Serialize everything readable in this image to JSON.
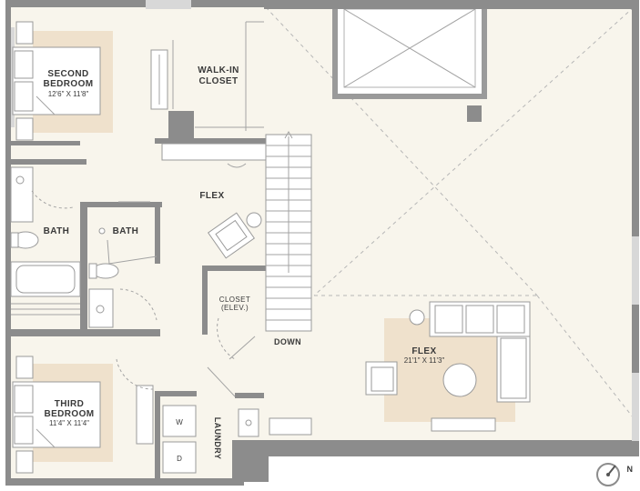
{
  "rooms": {
    "second_bedroom": {
      "name_line1": "SECOND",
      "name_line2": "BEDROOM",
      "dims": "12'6\" X 11'8\""
    },
    "walk_in_closet": {
      "name_line1": "WALK-IN",
      "name_line2": "CLOSET"
    },
    "flex_upper": {
      "name": "FLEX"
    },
    "bath_left": {
      "name": "BATH"
    },
    "bath_right": {
      "name": "BATH"
    },
    "closet_elev": {
      "name_line1": "CLOSET",
      "name_line2": "(ELEV.)"
    },
    "down": {
      "name": "DOWN"
    },
    "flex_loft": {
      "name": "FLEX",
      "dims": "21'1\" X 11'3\""
    },
    "third_bedroom": {
      "name_line1": "THIRD",
      "name_line2": "BEDROOM",
      "dims": "11'4\" X 11'4\""
    },
    "laundry": {
      "name": "LAUNDRY"
    }
  },
  "appliances": {
    "washer": "W",
    "dryer": "D"
  },
  "compass": {
    "north": "N"
  },
  "colors": {
    "wall": "#8c8c8c",
    "floor": "#f8f5ec",
    "rug": "#efe1cc"
  }
}
